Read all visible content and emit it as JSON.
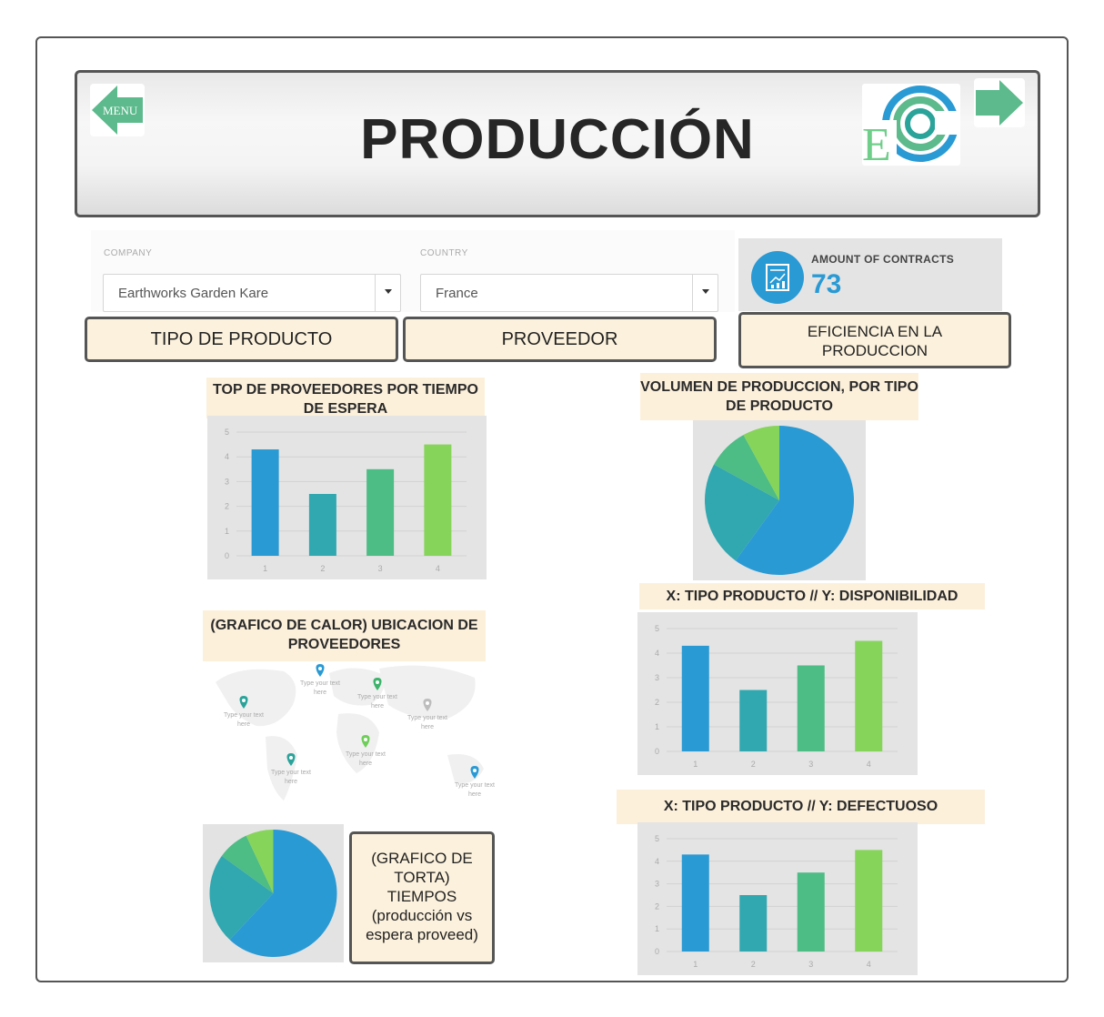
{
  "header": {
    "title": "PRODUCCIÓN",
    "menu_label": "MENU",
    "logo_letter": "E",
    "next_icon": "arrow-right-icon",
    "menu_icon": "arrow-left-icon"
  },
  "filters": {
    "company_label": "COMPANY",
    "company_value": "Earthworks Garden Kare",
    "country_label": "COUNTRY",
    "country_value": "France"
  },
  "kpi": {
    "label": "AMOUNT OF CONTRACTS",
    "value": "73",
    "icon": "contract-chart-icon"
  },
  "tabs": [
    {
      "label": "TIPO DE PRODUCTO"
    },
    {
      "label": "PROVEEDOR"
    },
    {
      "label": "EFICIENCIA EN LA PRODUCCION"
    }
  ],
  "sections": {
    "top_proveedores": "TOP DE PROVEEDORES POR TIEMPO DE ESPERA",
    "volumen": "VOLUMEN DE PRODUCCION, POR TIPO DE PRODUCTO",
    "disponibilidad": "X: TIPO PRODUCTO // Y: DISPONIBILIDAD",
    "calor": "(GRAFICO DE CALOR) UBICACION DE PROVEEDORES",
    "defectuoso": "X: TIPO PRODUCTO // Y: DEFECTUOSO",
    "torta_note": "(GRAFICO DE TORTA) TIEMPOS (producción vs espera proveed)"
  },
  "map": {
    "pin_text": "Type your text here",
    "pin_colors": [
      "#2a9ad4",
      "#2aa39a",
      "#3db36b",
      "#bdbdbd",
      "#6fce5a",
      "#2aa39a",
      "#2a9ad4"
    ]
  },
  "colors": {
    "bar1": "#2a9ad4",
    "bar2": "#31a7b0",
    "bar3": "#4dbc85",
    "bar4": "#86d45a",
    "accent_green": "#5cba8c"
  },
  "chart_data": [
    {
      "type": "bar",
      "categories": [
        "1",
        "2",
        "3",
        "4"
      ],
      "values": [
        4.3,
        2.5,
        3.5,
        4.5
      ],
      "ylim": [
        0,
        5
      ],
      "yticks": [
        "0",
        "1",
        "2",
        "3",
        "4",
        "5"
      ],
      "title": "TOP DE PROVEEDORES POR TIEMPO DE ESPERA",
      "grid": true
    },
    {
      "type": "pie",
      "values": [
        60,
        23,
        9,
        8
      ],
      "title": "VOLUMEN DE PRODUCCION, POR TIPO DE PRODUCTO"
    },
    {
      "type": "bar",
      "categories": [
        "1",
        "2",
        "3",
        "4"
      ],
      "values": [
        4.3,
        2.5,
        3.5,
        4.5
      ],
      "ylim": [
        0,
        5
      ],
      "yticks": [
        "0",
        "1",
        "2",
        "3",
        "4",
        "5"
      ],
      "title": "X: TIPO PRODUCTO // Y: DISPONIBILIDAD",
      "grid": true
    },
    {
      "type": "bar",
      "categories": [
        "1",
        "2",
        "3",
        "4"
      ],
      "values": [
        4.3,
        2.5,
        3.5,
        4.5
      ],
      "ylim": [
        0,
        5
      ],
      "yticks": [
        "0",
        "1",
        "2",
        "3",
        "4",
        "5"
      ],
      "title": "X: TIPO PRODUCTO // Y: DEFECTUOSO",
      "grid": true
    },
    {
      "type": "pie",
      "values": [
        62,
        23,
        8,
        7
      ],
      "title": "(GRAFICO DE TORTA) TIEMPOS (producción vs espera proveed)"
    }
  ]
}
